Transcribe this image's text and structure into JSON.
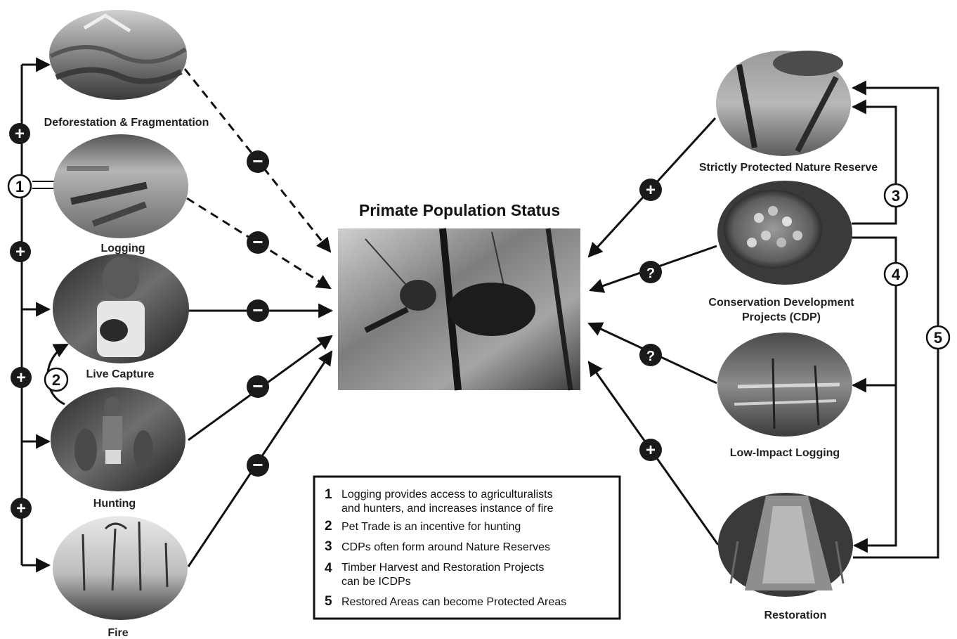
{
  "center": {
    "title": "Primate Population Status"
  },
  "threats": [
    {
      "id": "deforestation",
      "label": "Deforestation & Fragmentation",
      "effect": "−"
    },
    {
      "id": "logging",
      "label": "Logging",
      "effect": "−"
    },
    {
      "id": "live_capture",
      "label": "Live Capture",
      "effect": "−"
    },
    {
      "id": "hunting",
      "label": "Hunting",
      "effect": "−"
    },
    {
      "id": "fire",
      "label": "Fire",
      "effect": "−"
    }
  ],
  "strategies": [
    {
      "id": "reserve",
      "label": "Strictly Protected Nature Reserve",
      "effect": "+"
    },
    {
      "id": "cdp",
      "label_line1": "Conservation Development",
      "label_line2": "Projects (CDP)",
      "effect": "?"
    },
    {
      "id": "low_impact",
      "label": "Low-Impact Logging",
      "effect": "?"
    },
    {
      "id": "restoration",
      "label": "Restoration",
      "effect": "+"
    }
  ],
  "left_links": {
    "plus": "+"
  },
  "numbers": {
    "n1": "1",
    "n2": "2",
    "n3": "3",
    "n4": "4",
    "n5": "5"
  },
  "legend": [
    {
      "num": "1",
      "line1": "Logging provides access to agriculturalists",
      "line2": "and hunters, and increases instance of fire"
    },
    {
      "num": "2",
      "line1": "Pet Trade is an incentive for hunting",
      "line2": ""
    },
    {
      "num": "3",
      "line1": "CDPs often form around Nature Reserves",
      "line2": ""
    },
    {
      "num": "4",
      "line1": "Timber Harvest and Restoration Projects",
      "line2": "can be ICDPs"
    },
    {
      "num": "5",
      "line1": "Restored Areas can become Protected Areas",
      "line2": ""
    }
  ],
  "colors": {
    "ink": "#111111",
    "badge": "#1a1a1a"
  }
}
